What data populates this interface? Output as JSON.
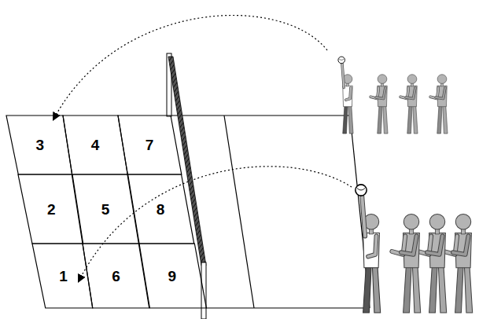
{
  "diagram": {
    "nodes": [
      {
        "text": [
          "3"
        ]
      },
      {
        "text": [
          "4"
        ]
      },
      {
        "text": [
          "7"
        ]
      },
      {
        "text": [
          "2"
        ]
      },
      {
        "text": [
          "5"
        ]
      },
      {
        "text": [
          "8"
        ]
      },
      {
        "text": [
          "1"
        ]
      },
      {
        "text": [
          "6"
        ]
      },
      {
        "text": [
          "9"
        ]
      }
    ]
  }
}
